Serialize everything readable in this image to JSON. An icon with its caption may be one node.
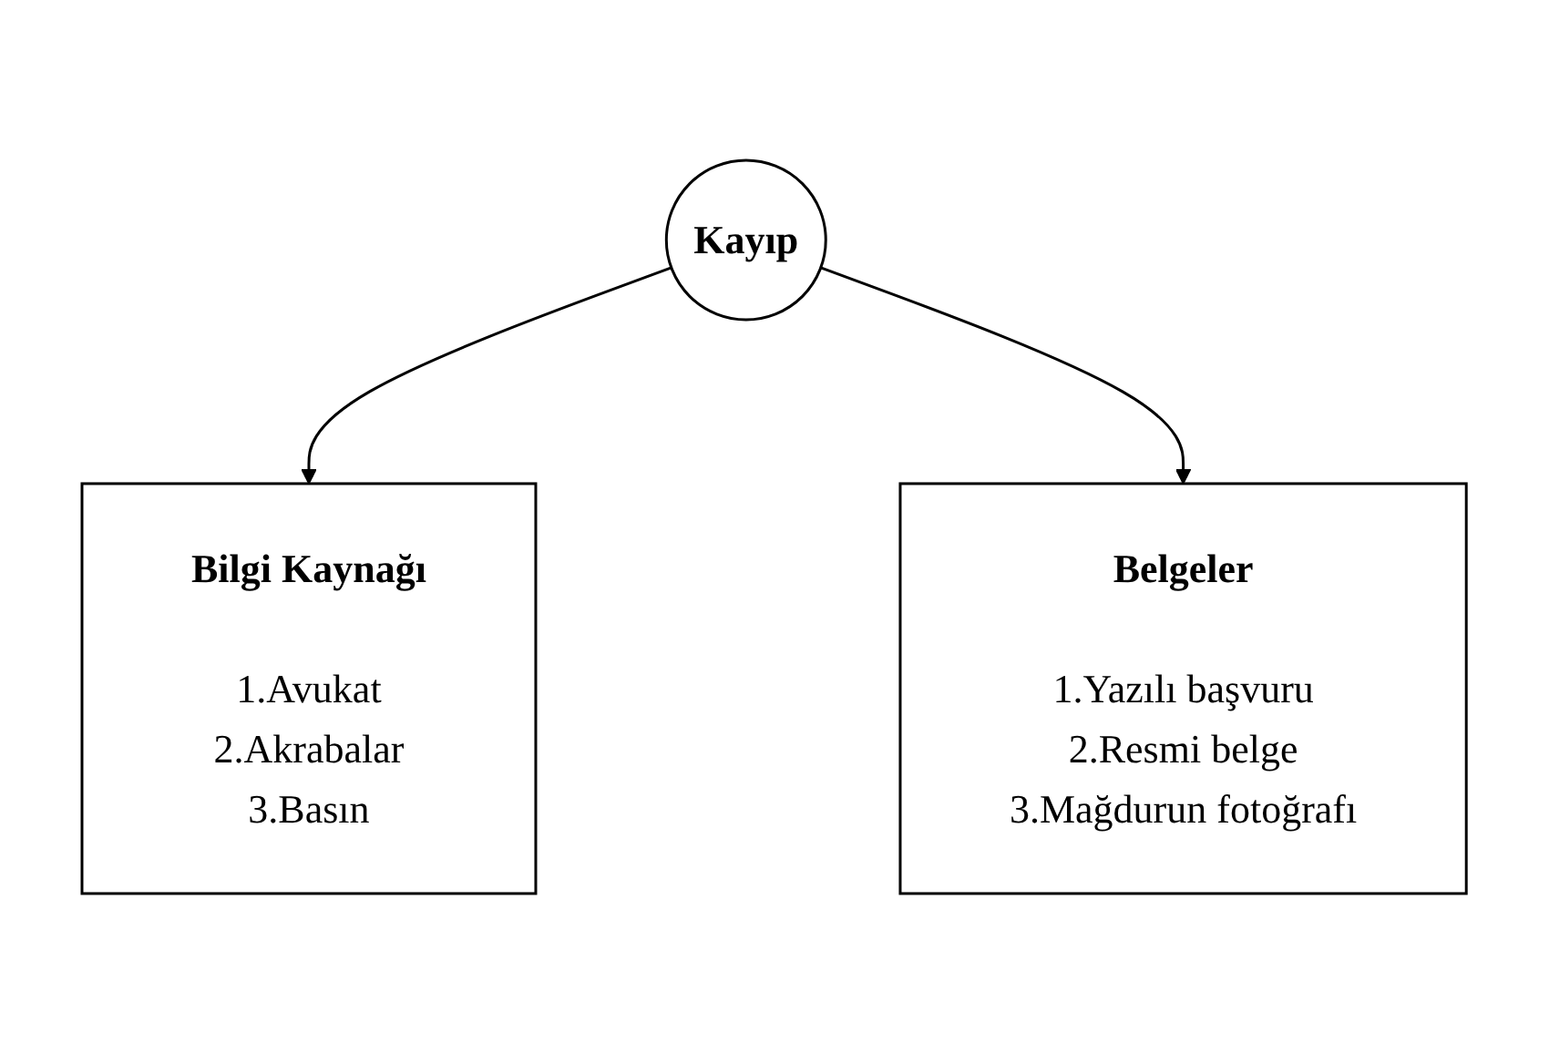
{
  "diagram": {
    "nodes": [
      {
        "text": [
          "Kayıp"
        ]
      },
      {
        "text": [
          "Bilgi Kaynağı",
          "1.Avukat",
          "2.Akrabalar",
          "3.Basın"
        ]
      },
      {
        "text": [
          "Belgeler",
          "1.Yazılı başvuru",
          "2.Resmi belge",
          "3.Mağdurun fotoğrafı"
        ]
      }
    ],
    "edges": [
      {
        "from": 0,
        "to": 1,
        "arrow": "to"
      },
      {
        "from": 0,
        "to": 2,
        "arrow": "to"
      }
    ]
  }
}
